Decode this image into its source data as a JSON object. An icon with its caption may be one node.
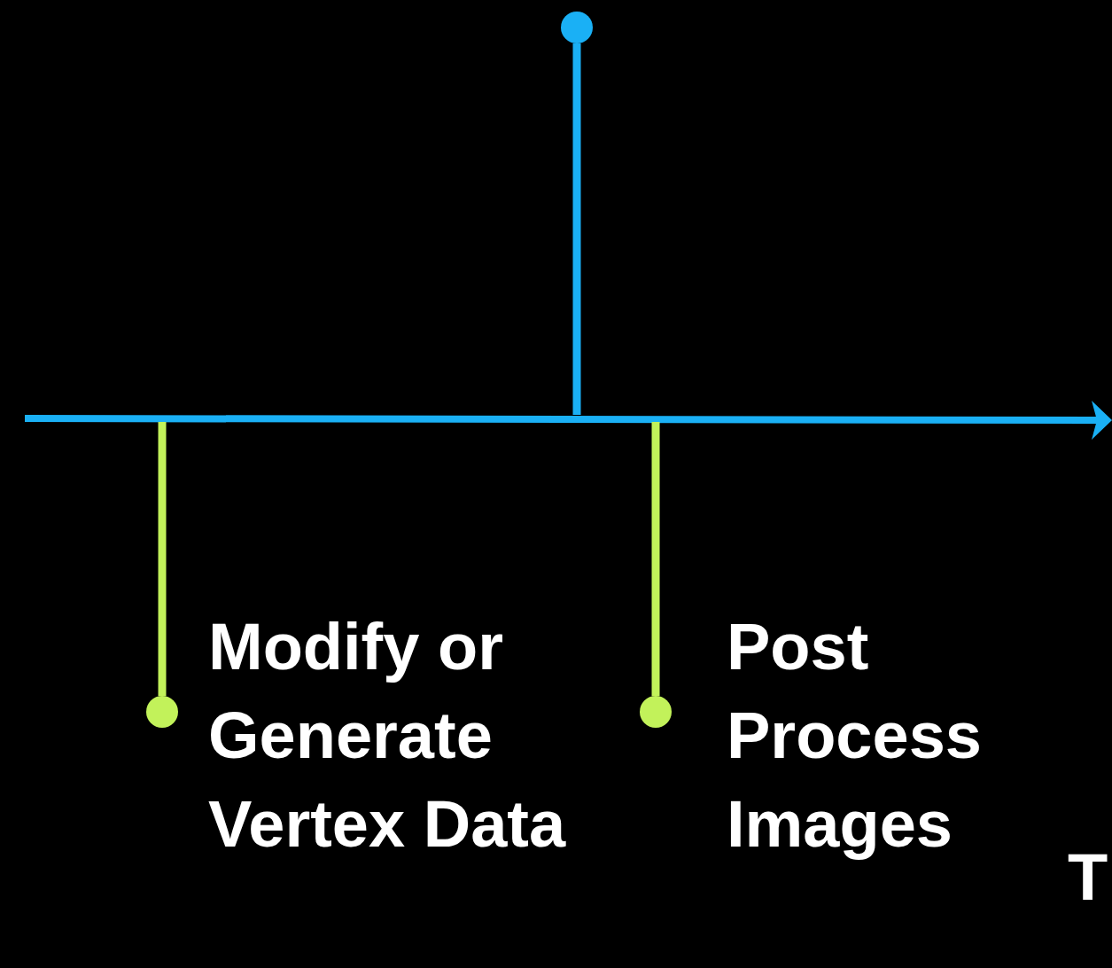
{
  "diagram": {
    "nodes": [
      {
        "text": [],
        "shape": "circle"
      },
      {
        "text": [],
        "shape": "circle",
        "beside": [
          "Modify or Generate Vertex Data"
        ]
      },
      {
        "text": [],
        "shape": "circle",
        "beside": [
          "Post Process Images"
        ]
      }
    ],
    "edges": [
      {
        "from": 0,
        "to": null,
        "arrow": "none",
        "color": "#1ab0f5"
      },
      {
        "from": 1,
        "to": null,
        "arrow": "none"
      },
      {
        "from": 2,
        "to": null,
        "arrow": "none"
      }
    ],
    "labels": [
      "T"
    ]
  }
}
